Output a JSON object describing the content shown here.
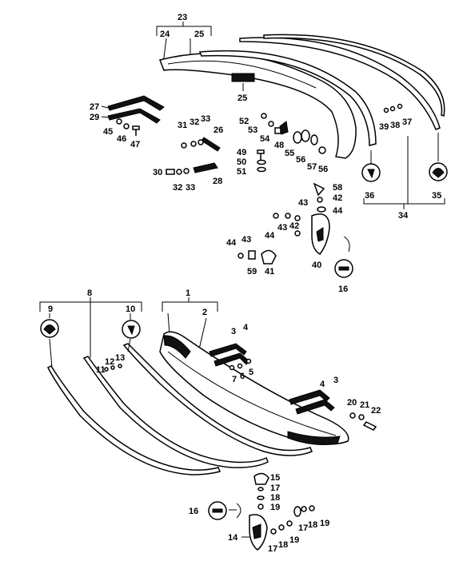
{
  "labels": {
    "l1": "1",
    "l2": "2",
    "l3a": "3",
    "l4a": "4",
    "l5": "5",
    "l6": "6",
    "l7": "7",
    "l3b": "3",
    "l4b": "4",
    "l8": "8",
    "l9": "9",
    "l10": "10",
    "l11": "11",
    "l12": "12",
    "l13": "13",
    "l14": "14",
    "l15": "15",
    "l16a": "16",
    "l17a": "17",
    "l18a": "18",
    "l19a": "19",
    "l17b": "17",
    "l18b": "18",
    "l19b": "19",
    "l17c": "17",
    "l18c": "18",
    "l19c": "19",
    "l16b": "16",
    "l20": "20",
    "l21": "21",
    "l22": "22",
    "l23": "23",
    "l24": "24",
    "l25a": "25",
    "l25b": "25",
    "l26": "26",
    "l27": "27",
    "l28": "28",
    "l29": "29",
    "l30": "30",
    "l31": "31",
    "l32a": "32",
    "l33a": "33",
    "l32b": "32",
    "l33b": "33",
    "l34": "34",
    "l35": "35",
    "l36": "36",
    "l37": "37",
    "l38": "38",
    "l39": "39",
    "l40": "40",
    "l41": "41",
    "l42a": "42",
    "l42b": "42",
    "l43a": "43",
    "l43b": "43",
    "l43c": "43",
    "l44a": "44",
    "l44b": "44",
    "l44c": "44",
    "l45": "45",
    "l46": "46",
    "l47": "47",
    "l48": "48",
    "l49": "49",
    "l50": "50",
    "l51": "51",
    "l52": "52",
    "l53": "53",
    "l54": "54",
    "l55": "55",
    "l56a": "56",
    "l56b": "56",
    "l57": "57",
    "l58": "58",
    "l59": "59"
  }
}
